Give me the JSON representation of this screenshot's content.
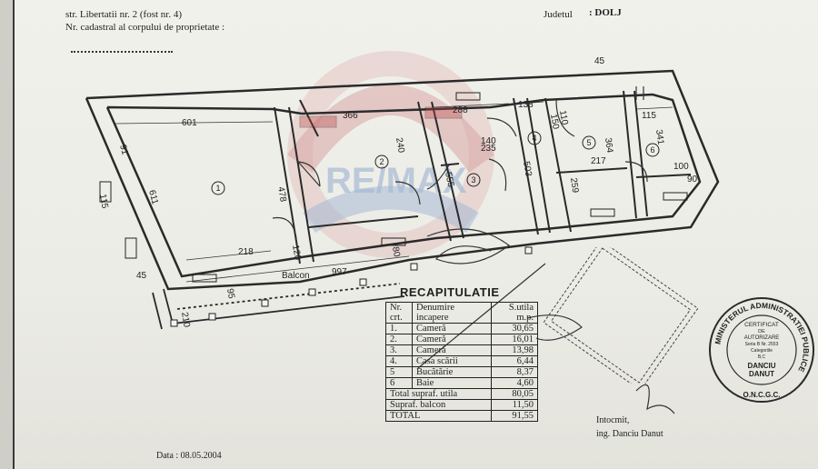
{
  "header": {
    "address_line": "str. Libertatii nr. 2 (fost nr. 4)",
    "cadastral_line": "Nr. cadastral al corpului de proprietate :",
    "county_label": "Judetul",
    "county_value": ": DOLJ"
  },
  "plan": {
    "rooms": [
      "1",
      "2",
      "3",
      "4",
      "5",
      "6"
    ],
    "dimensions": [
      "601",
      "366",
      "288",
      "138",
      "115",
      "45",
      "45",
      "218",
      "997",
      "478",
      "611",
      "555",
      "503",
      "217",
      "364",
      "341",
      "259",
      "140",
      "100",
      "210",
      "235",
      "120",
      "150",
      "110",
      "90",
      "80",
      "240",
      "91",
      "95",
      "115"
    ],
    "balcony_label": "Balcon",
    "watermark": "RE/MAX"
  },
  "recap": {
    "title": "RECAPITULATIE",
    "columns": [
      "Nr. crt.",
      "Denumire incapere",
      "S.utila m.p."
    ],
    "col_nr": [
      "Nr.",
      "crt."
    ],
    "col_name": [
      "Denumire",
      "incapere"
    ],
    "col_area": [
      "S.utila",
      "m.p."
    ],
    "rows": [
      {
        "nr": "1.",
        "name": "Cameră",
        "area": "30,65"
      },
      {
        "nr": "2.",
        "name": "Cameră",
        "area": "16,01"
      },
      {
        "nr": "3.",
        "name": "Cameră",
        "area": "13,98"
      },
      {
        "nr": "4.",
        "name": "Casa scării",
        "area": "6,44"
      },
      {
        "nr": "5",
        "name": "Bucătărie",
        "area": "8,37"
      },
      {
        "nr": "6",
        "name": "Baie",
        "area": "4,60"
      }
    ],
    "totals": [
      {
        "label": "Total supraf. utila",
        "value": "80,05"
      },
      {
        "label": "Supraf. balcon",
        "value": "11,50"
      },
      {
        "label": "TOTAL",
        "value": "91,55"
      }
    ]
  },
  "footer": {
    "date": "Data : 08.05.2004",
    "author_label": "Intocmit,",
    "author_name": "ing. Danciu Danut"
  },
  "stamp": {
    "ring_text": "MINISTERUL ADMINISTRATIEI PUBLICE",
    "line1": "CERTIFICAT",
    "line2": "DE",
    "line3": "AUTORIZARE",
    "line4": "Seria B Nr. 2553",
    "line5": "Categoriile",
    "line6": "B,C",
    "name1": "DANCIU",
    "name2": "DANUT",
    "bottom": "O.N.C.G.C."
  },
  "colors": {
    "ink": "#1f1f1f",
    "paper": "#ecece6",
    "watermark_red": "#c76b6b",
    "watermark_blue": "#6b8fc4"
  }
}
